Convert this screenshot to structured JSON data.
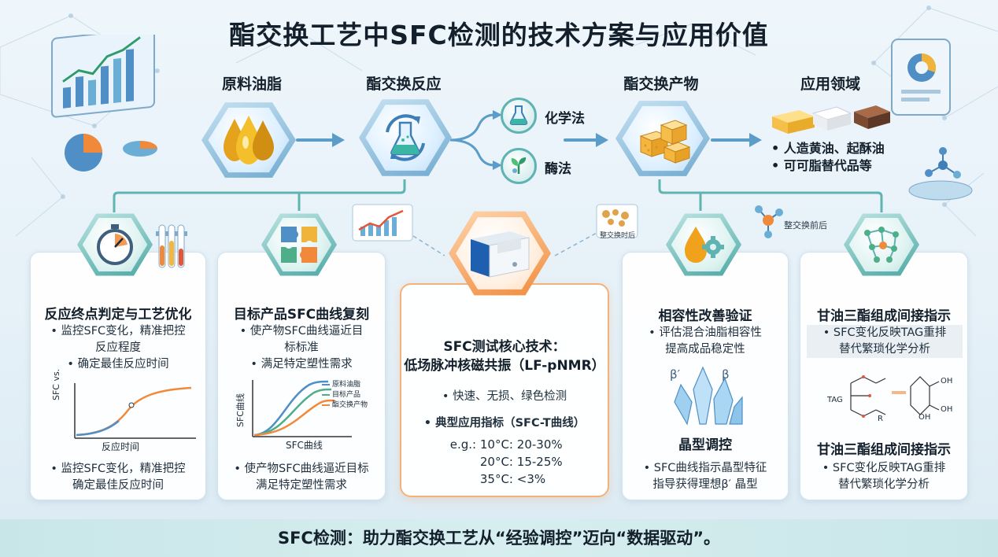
{
  "title": "酯交换工艺中SFC检测的技术方案与应用价值",
  "stages": {
    "raw": "原料油脂",
    "reaction": "酯交换反应",
    "product": "酯交换产物",
    "application": "应用领域"
  },
  "methods": {
    "chemical": "化学法",
    "enzymatic": "酶法"
  },
  "applications": [
    "• 人造黄油、起酥油",
    "• 可可脂替代品等"
  ],
  "notes": {
    "after_exchange": "整交换前后",
    "micro_label": "整交换时后"
  },
  "cards": {
    "endpoint": {
      "title": "反应终点判定与工艺优化",
      "bullets": [
        "• 监控SFC变化，精准把控",
        "反应程度",
        "• 确定最佳反应时间"
      ],
      "chart_ylabel": "SFC vs.",
      "chart_xlabel": "反应时间",
      "bottom": [
        "• 监控SFC变化，精准把控",
        "确定最佳反应时间"
      ]
    },
    "target": {
      "title": "目标产品SFC曲线复刻",
      "bullets": [
        "• 使产物SFC曲线逼近目",
        "标标准",
        "• 满足特定塑性需求"
      ],
      "chart_ylabel": "SFC曲线",
      "chart_xlabel": "SFC曲线",
      "legend": [
        "原料油脂",
        "目标产品",
        "酯交换产物"
      ],
      "bottom": [
        "• 使产物SFC曲线逼近目标",
        "满足特定塑性需求"
      ]
    },
    "core": {
      "title_line1": "SFC测试核心技术：",
      "title_line2": "低场脉冲核磁共振（LF-pNMR）",
      "feature": "• 快速、无损、绿色检测",
      "indicator_title": "• 典型应用指标（SFC-T曲线）",
      "examples": [
        {
          "temp": "e.g.: 10°C:",
          "range": "20-30%"
        },
        {
          "temp": "20°C:",
          "range": "15-25%"
        },
        {
          "temp": "35°C:",
          "range": "<3%"
        }
      ]
    },
    "compat": {
      "title": "相容性改善验证",
      "bullets": [
        "• 评估混合油脂相容性",
        "提高成品稳定性"
      ],
      "crystal_title": "晶型调控",
      "crystal_labels": [
        "β′",
        "β"
      ],
      "crystal_text": [
        "• SFC曲线指示晶型特征",
        "指导获得理想β′ 晶型"
      ]
    },
    "tag": {
      "title": "甘油三酯组成间接指示",
      "bullets": [
        "• SFC变化反映TAG重排",
        "替代繁琐化学分析"
      ],
      "molecule_labels": [
        "TAG",
        "OH",
        "OH",
        "OH",
        "R"
      ],
      "title2": "甘油三酯组成间接指示",
      "bullets2": [
        "• SFC变化反映TAG重排",
        "替代繁琐化学分析"
      ]
    }
  },
  "footer": "SFC检测：助力酯交换工艺从“经验调控”迈向“数据驱动”。",
  "colors": {
    "teal": "#4aa7a3",
    "orange": "#f08a3a",
    "blue": "#3f7fb7",
    "dark": "#13202c"
  },
  "icons": {
    "raw": "oil-drops-icon",
    "reaction": "flask-cycle-icon",
    "product": "fat-cubes-icon",
    "stopwatch": "stopwatch-icon",
    "puzzle": "puzzle-icon",
    "instrument": "nmr-instrument-icon",
    "compat": "oil-gear-icon",
    "network": "molecule-network-icon"
  }
}
